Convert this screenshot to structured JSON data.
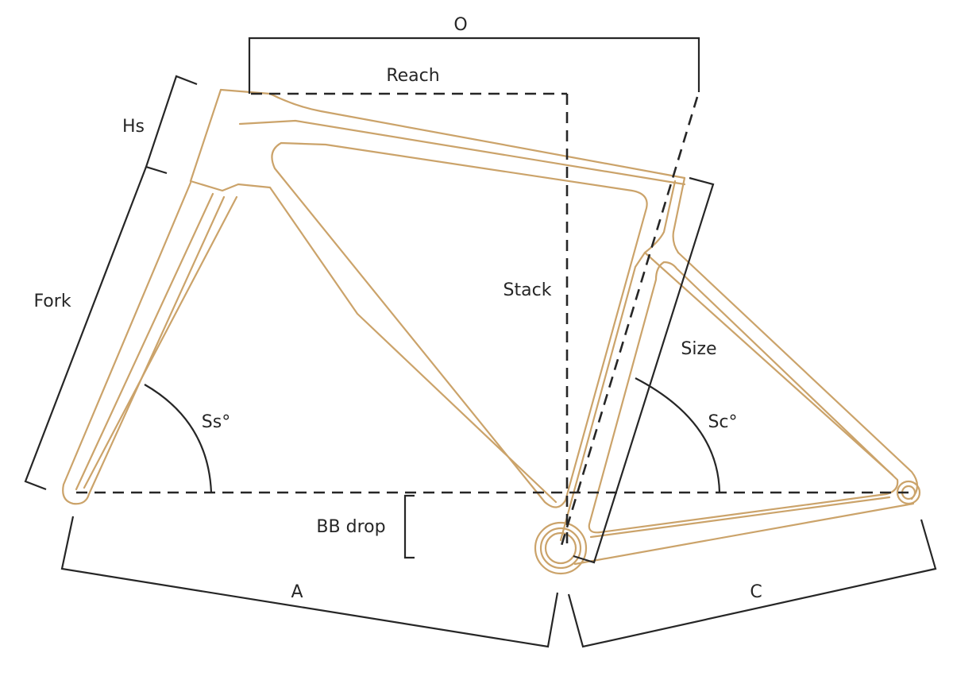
{
  "colors": {
    "frame": "#cba36a",
    "dimension": "#262626",
    "background": "#ffffff"
  },
  "labels": {
    "overall": "O",
    "reach": "Reach",
    "head_tube": "Hs",
    "fork": "Fork",
    "stack": "Stack",
    "size": "Size",
    "steering_angle": "Ss°",
    "seat_angle": "Sc°",
    "bb_drop": "BB drop",
    "front_center": "A",
    "chainstay": "C"
  }
}
